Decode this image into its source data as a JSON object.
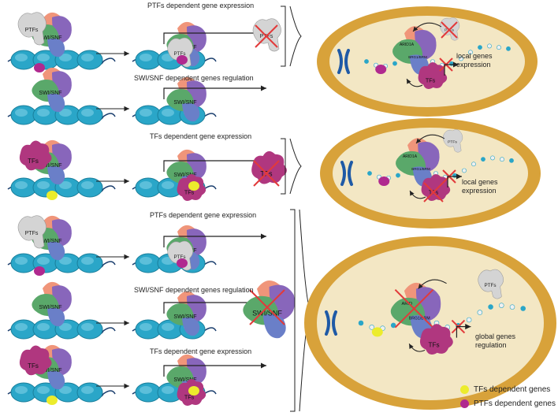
{
  "colors": {
    "dna_blue": "#2aa6c8",
    "dna_light": "#7fd1e6",
    "swisnf_green": "#5aa86a",
    "swisnf_purple": "#8866bb",
    "swisnf_blue": "#6a7fc8",
    "swisnf_orange": "#f0957a",
    "ptf_gray": "#d4d4d4",
    "tf_magenta": "#b0377f",
    "yellow_gene": "#ecec2c",
    "magenta_gene": "#b0298f",
    "cell_outer": "#d8a23a",
    "cell_inner": "#f3e7c4",
    "red_x": "#e23a3a"
  },
  "labels": {
    "ptfs": "PTFs",
    "tfs": "TFs",
    "swisnf": "SWI/SNF",
    "arid": "ARID",
    "arid1a": "ARID1A",
    "brg1": "BRG1/BRM"
  },
  "rows": [
    {
      "caption": "PTFs dependent gene expression"
    },
    {
      "caption": "SWI/SNF dependent genes regulation"
    },
    {
      "caption": "TFs dependent gene expression"
    },
    {
      "caption": "PTFs dependent gene expression"
    },
    {
      "caption": "SWI/SNF dependent genes regulation"
    },
    {
      "caption": "TFs dependent gene expression"
    }
  ],
  "cells": [
    {
      "outcome_line1": "local genes",
      "outcome_line2": "expression"
    },
    {
      "outcome_line1": "local genes",
      "outcome_line2": "expression"
    },
    {
      "outcome_line1": "global genes",
      "outcome_line2": "regulation"
    }
  ],
  "legend": [
    {
      "label": "TFs dependent genes",
      "color": "#ecec2c"
    },
    {
      "label": "PTFs dependent genes",
      "color": "#b0298f"
    }
  ]
}
